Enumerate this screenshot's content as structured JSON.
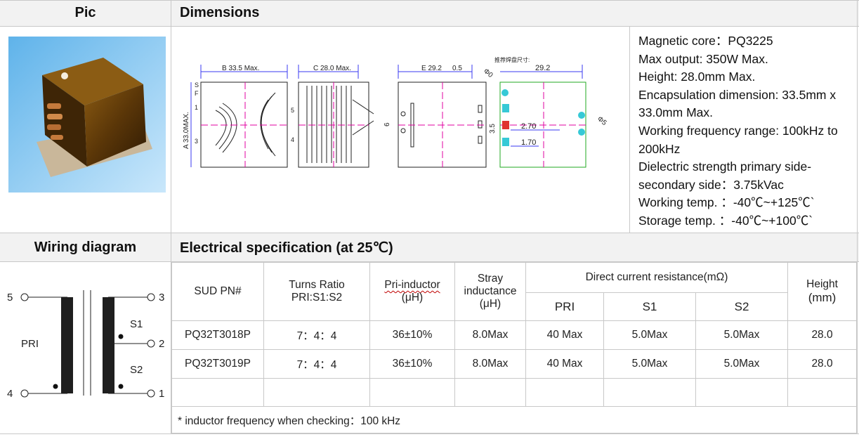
{
  "headers": {
    "pic": "Pic",
    "dimensions": "Dimensions",
    "wiring": "Wiring diagram",
    "electrical": "Electrical specification  (at 25℃)"
  },
  "drawing": {
    "dim_b": "B 33.5 Max.",
    "dim_c": "C 28.0 Max.",
    "dim_e": "E 29.2",
    "dim_05": "0.5",
    "dim_a": "A 33.0MAX.",
    "dim_6": "6",
    "dim_35": "3.5",
    "pad_title": "推荐焊盘尺寸:",
    "pad_29_2": "29.2",
    "pad_270": "2.70",
    "pad_170": "1.70",
    "pad_phi0": "Φ0",
    "pad_phi5": "Φ5",
    "pin_s": "S",
    "pin_f": "F",
    "pin_1": "1",
    "pin_3": "3",
    "pin_5": "5",
    "pin_4": "4"
  },
  "specs": [
    "Magnetic core：PQ3225",
    "Max output: 350W Max.",
    "Height: 28.0mm Max.",
    "Encapsulation dimension: 33.5mm x",
    "33.0mm Max.",
    "Working frequency range: 100kHz to",
    "200kHz",
    "Dielectric strength primary side-",
    "secondary side：3.75kVac",
    "Working temp. ：-40℃~+125℃`",
    "Storage temp. ：-40℃~+100℃`"
  ],
  "wiring": {
    "pin5": "5",
    "pin4": "4",
    "pin3": "3",
    "pin2": "2",
    "pin1": "1",
    "pri": "PRI",
    "s1": "S1",
    "s2": "S2"
  },
  "table": {
    "col_pn": "SUD PN#",
    "col_turns_1": "Turns Ratio",
    "col_turns_2": "PRI:S1:S2",
    "col_pri_1": "Pri-inductor",
    "col_pri_2": "(μH)",
    "col_stray_1": "Stray",
    "col_stray_2": "inductance",
    "col_stray_3": "(μH)",
    "col_dcr": "Direct current resistance(mΩ)",
    "col_height_1": "Height",
    "col_height_2": "(mm)",
    "sub_pri": "PRI",
    "sub_s1": "S1",
    "sub_s2": "S2",
    "rows": [
      {
        "pn": "PQ32T3018P",
        "turns": "7：4：4",
        "pri": "36±10%",
        "stray": "8.0Max",
        "dcr_pri": "40 Max",
        "dcr_s1": "5.0Max",
        "dcr_s2": "5.0Max",
        "height": "28.0"
      },
      {
        "pn": "PQ32T3019P",
        "turns": "7：4：4",
        "pri": "36±10%",
        "stray": "8.0Max",
        "dcr_pri": "40 Max",
        "dcr_s1": "5.0Max",
        "dcr_s2": "5.0Max",
        "height": "28.0"
      }
    ]
  },
  "note": "* inductor frequency when checking：100 kHz"
}
